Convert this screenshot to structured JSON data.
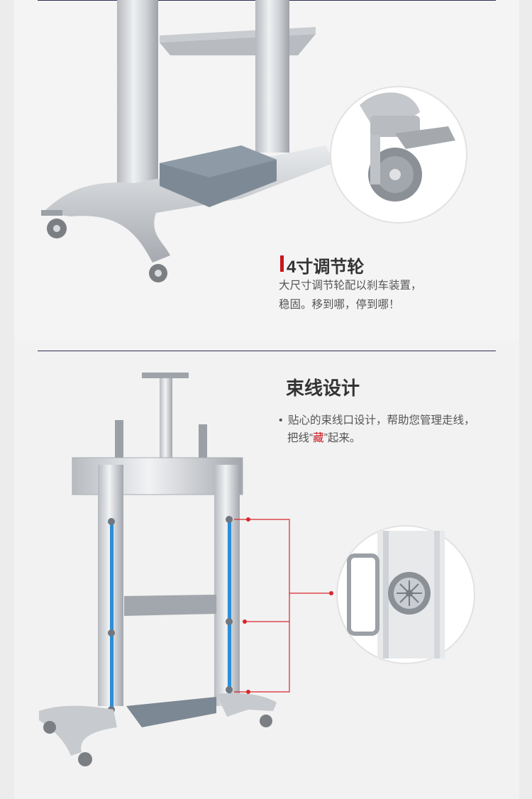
{
  "section1": {
    "title": "4寸调节轮",
    "desc_line1": "大尺寸调节轮配以刹车装置，",
    "desc_line2": "稳固。移到哪，停到哪！"
  },
  "section2": {
    "title": "束线设计",
    "bullet": "•",
    "desc_line1": "贴心的束线口设计，帮助您管理走线，",
    "desc_line2_pre": "把线“",
    "desc_line2_highlight": "藏",
    "desc_line2_post": "”起来。"
  }
}
